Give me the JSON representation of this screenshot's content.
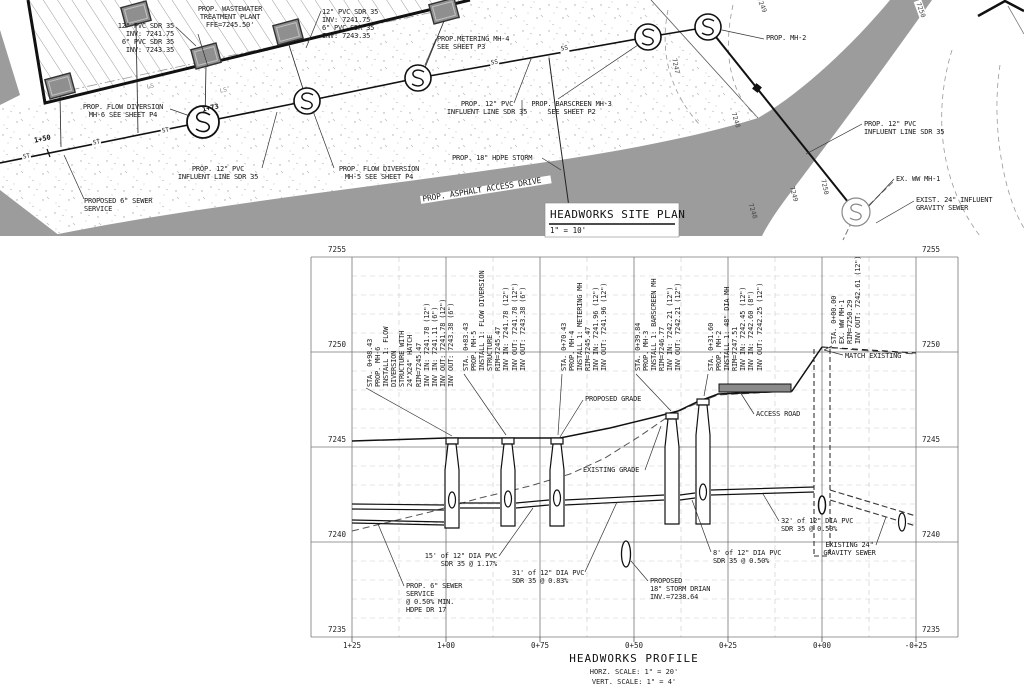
{
  "site_plan": {
    "title": "HEADWORKS SITE PLAN",
    "scale": "1\" = 10'",
    "labels": {
      "pvc_left": "12\" PVC SDR 35\nINV: 7241.75\n6\" PVC SDR 35\nINV: 7243.35",
      "wwtp": "PROP. WASTEWATER\nTREATMENT PLANT\nFFE=7245.50'",
      "pvc_mid": "12\" PVC SDR 35\nINV: 7241.75\n6\" PVC SDR 35\nINV: 7243.35",
      "metering": "PROP.METERING MH-4\nSEE SHEET P3",
      "influent_mid": "PROP. 12\" PVC\nINFLUENT LINE SDR 35",
      "barscreen": "PROP. BARSCREEN MH-3\nSEE SHEET P2",
      "mh2": "PROP. MH-2",
      "influent_right": "PROP. 12\" PVC\nINFLUENT LINE SDR 35",
      "ex_mh1": "EX. WW MH-1",
      "exist_24": "EXIST. 24\" INFLUENT\nGRAVITY SEWER",
      "flow_div_mh6": "PROP. FLOW DIVERSION\nMH-6 SEE SHEET P4",
      "influent_left": "PROP. 12\" PVC\nINFLUENT LINE SDR 35",
      "sewer_service": "PROPOSED 6\" SEWER\nSERVICE",
      "hdpe_storm": "PROP. 18\" HDPE STORM",
      "flow_div_mh5": "PROP. FLOW DIVERSION\nMH-5 SEE SHEET P4",
      "asphalt": "PROP. ASPHALT ACCESS DRIVE",
      "sta_150": "1+50",
      "sta_173": "1+73"
    },
    "markers": {
      "st": "ST",
      "ss": "SS",
      "ls": "LS"
    },
    "contours": {
      "c7247": "7247",
      "c7248": "7248",
      "c7249": "7249",
      "c7249b": "7249",
      "c7250": "7250",
      "c7250b": "7250",
      "c7248b": "7248"
    }
  },
  "profile": {
    "title": "HEADWORKS PROFILE",
    "horz_scale": "HORZ. SCALE: 1\" = 20'",
    "vert_scale": "VERT. SCALE: 1\" = 4'",
    "elevations": [
      "7255",
      "7250",
      "7245",
      "7240",
      "7235"
    ],
    "stations": [
      "1+25",
      "1+00",
      "0+75",
      "0+50",
      "0+25",
      "0+00",
      "-0+25"
    ],
    "structures": [
      "STA. 0+98.43\nPROP. MH-6\nINSTALL 1: FLOW\nDIVERSION\nSTRUCTURE WITH\n24\"X24\" HATCH\nRIM=7245.47\nINV IN: 7241.78 (12\")\nINV IN: 7241.11 (6\")\nINV OUT: 7241.78 (12\")\nINV OUT: 7243.38 (6\")",
      "STA. 0+83.43\nPROP. MH-5\nINSTALL 1: FLOW DIVERSION\nSTRUCTURE\nRIM=7245.47\nINV IN: 7241.78 (12\")\nINV OUT: 7241.78 (12\")\nINV OUT: 7243.38 (6\")",
      "STA. 0+70.43\nPROP. MH-4\nINSTALL 1: METERING MH\nRIM=7245.47\nINV IN: 7241.96 (12\")\nINV OUT: 7241.96 (12\")",
      "STA. 0+39.84\nPROP. MH-3\nINSTALL 1: BARSCREEN MH\nRIM=7246.77\nINV IN: 7242.21 (12\")\nINV OUT: 7242.21 (12\")",
      "STA. 0+31.60\nPROP. MH-2\nINSTALL 1: 48\" DIA MH\nRIM=7247.51\nINV IN: 7242.45 (12\")\nINV IN: 7242.60 (8\")\nINV OUT: 7242.25 (12\")",
      "STA. 0+00.00\nEX. WW MH-1\nRIM=7250.29\nINV OUT: 7242.61 (12\")"
    ],
    "annotations": {
      "pipe15": "15' of 12\" DIA PVC\nSDR 35 @ 1.17%",
      "pipe31": "31' of 12\" DIA PVC\nSDR 35 @ 0.83%",
      "pipe8": "8' of 12\" DIA PVC\nSDR 35 @ 0.50%",
      "pipe32": "32' of 12\" DIA PVC\nSDR 35 @ 0.50%",
      "service": "PROP. 6\" SEWER\nSERVICE\n@ 0.50% MIN.\nHDPE DR 17",
      "storm": "PROPOSED\n18\" STORM DRIAN\nINV.=7238.64",
      "exist24": "EXISTING 24\"\nGRAVITY SEWER",
      "proposed_grade": "PROPOSED GRADE",
      "existing_grade": "EXISTING GRADE",
      "access_road": "ACCESS ROAD",
      "match_existing": "MATCH EXISTING"
    }
  },
  "colors": {
    "road_gray": "#9c9c9c",
    "vault_gray": "#8f8f8f",
    "line_black": "#111111"
  }
}
